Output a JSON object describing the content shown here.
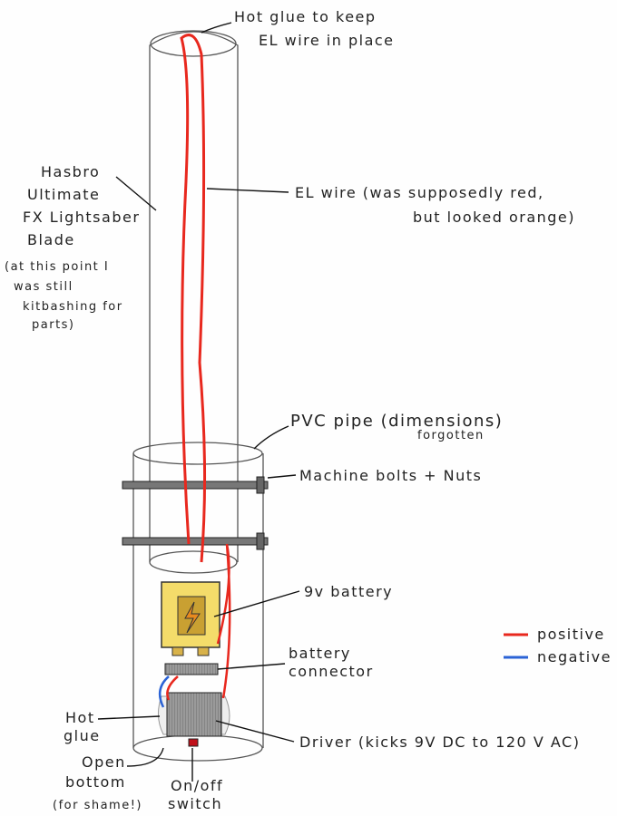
{
  "labels": {
    "hot_glue_top": [
      "Hot glue to keep",
      "EL wire in place"
    ],
    "blade": [
      "Hasbro",
      "Ultimate",
      "FX Lightsaber",
      "Blade",
      "(at this point I",
      "was still",
      "kitbashing for",
      "parts)"
    ],
    "el_wire": [
      "EL wire (was supposedly red,",
      "but looked orange)"
    ],
    "pvc_pipe": [
      "PVC pipe (dimensions)",
      "forgotten"
    ],
    "bolts": "Machine bolts + Nuts",
    "battery": "9v battery",
    "connector": [
      "battery",
      "connector"
    ],
    "hot_glue": [
      "Hot",
      "glue"
    ],
    "open_bottom": [
      "Open",
      "bottom",
      "(for shame!)"
    ],
    "switch": [
      "On/off",
      "switch"
    ],
    "driver": "Driver (kicks  9V DC to 120 V AC)"
  },
  "legend": [
    {
      "label": "positive",
      "color": "#e8281e"
    },
    {
      "label": "negative",
      "color": "#2b63d6"
    }
  ],
  "colors": {
    "wire": "#e8281e",
    "blade_fill": "#f3c9a8",
    "battery": "#f4dc6a",
    "bolt": "#444"
  }
}
